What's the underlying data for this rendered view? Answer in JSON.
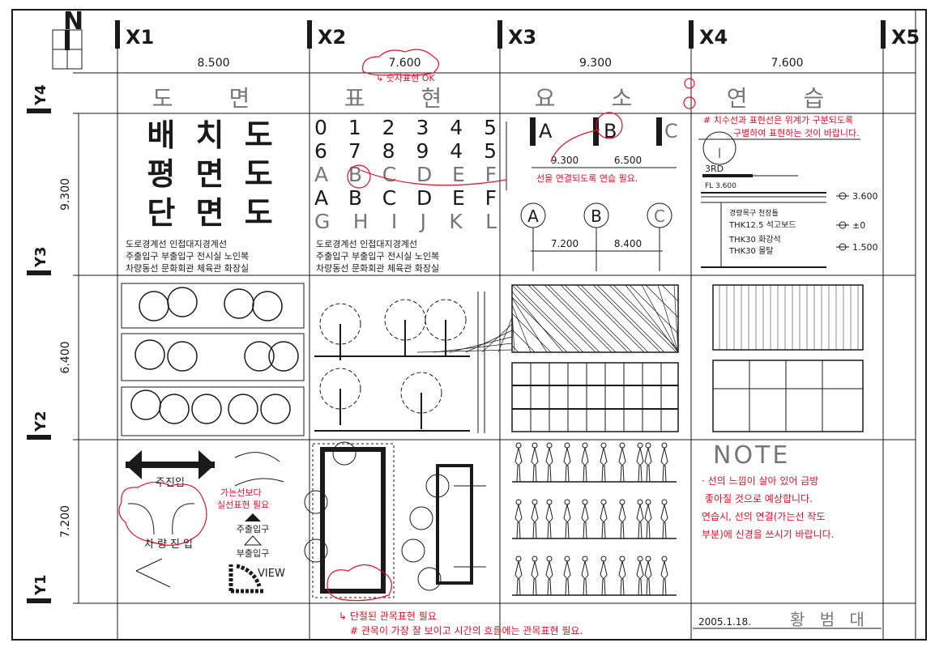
{
  "sheet": {
    "north_label": "N",
    "x_axes": [
      "X1",
      "X2",
      "X3",
      "X4",
      "X5"
    ],
    "x_spans": [
      "8.500",
      "7.600",
      "9.300",
      "7.600"
    ],
    "y_axes": [
      "Y4",
      "Y3",
      "Y2",
      "Y1"
    ],
    "y_spans": [
      "9.300",
      "6.400",
      "7.200"
    ],
    "column_headers": [
      "도 면",
      "표 현",
      "요 소",
      "연 습"
    ],
    "date": "2005.1.18.",
    "author": "황 범 대"
  },
  "cells": {
    "drawing_titles": [
      "배 치 도",
      "평 면 도",
      "단 면 도"
    ],
    "numbers": [
      "0 1 2 3 4 5",
      "6 7 8 9 4 5",
      "A B C D E F",
      "A B C D E F",
      "G H I J K L"
    ],
    "notes_left": [
      "도로경계선   인접대지경계선",
      "주출입구  부출입구  전시실  노인복",
      "차량동선  문화회관  체육관  화장실"
    ],
    "notes_right": [
      "도로경계선  인접대지경계선",
      "주출입구  부출입구  전시실  노인복",
      "차량동선  문화회관  체육관  화장실"
    ],
    "grid_labels": [
      "A",
      "B",
      "C"
    ],
    "grid_dims_top": [
      "9.300",
      "6.500"
    ],
    "grid_dims_bottom": [
      "7.200",
      "8.400"
    ],
    "section": {
      "level_label": "3RD",
      "fl_label": "FL 3.600",
      "layers": [
        "경량목구 천장틀",
        "THK12.5 석고보드",
        "THK30 화강석",
        "THK30 몰탈"
      ],
      "levels": [
        "3.600",
        "±0",
        "1.500"
      ]
    },
    "symbols": {
      "main_entry": "주진입",
      "vehicle_entry": "차량진입",
      "main_entrance": "주출입구",
      "sub_entrance": "부출입구",
      "view": "VIEW"
    },
    "note_title": "NOTE",
    "note_lines": [
      "· 선의 느낌이 살아 있어 금방",
      "좋아질 것으로 예상합니다.",
      "연습시, 선의 연결(가는선 작도",
      "부분)에 신경을 쓰시기 바랍니다."
    ]
  },
  "red_comments": {
    "numbers_ok": "↳ 숫자표현 OK",
    "top_right": [
      "# 치수선과 표현선은 위계가 구분되도록",
      "구별하여 표현하는 것이 바랍니다."
    ],
    "grid_connect": "선을 연결되도록 연습 필요.",
    "thin_line": [
      "가는선보다",
      "실선표현 필요"
    ],
    "shrub_cut": "↳ 단절된 관목표현 필요",
    "shrub_bottom": "# 관목이 가장 잘 보이고  시간의 흐름에는 관목표현 필요."
  },
  "colors": {
    "ink": "#1a1a1a",
    "correction": "#e0102a"
  }
}
